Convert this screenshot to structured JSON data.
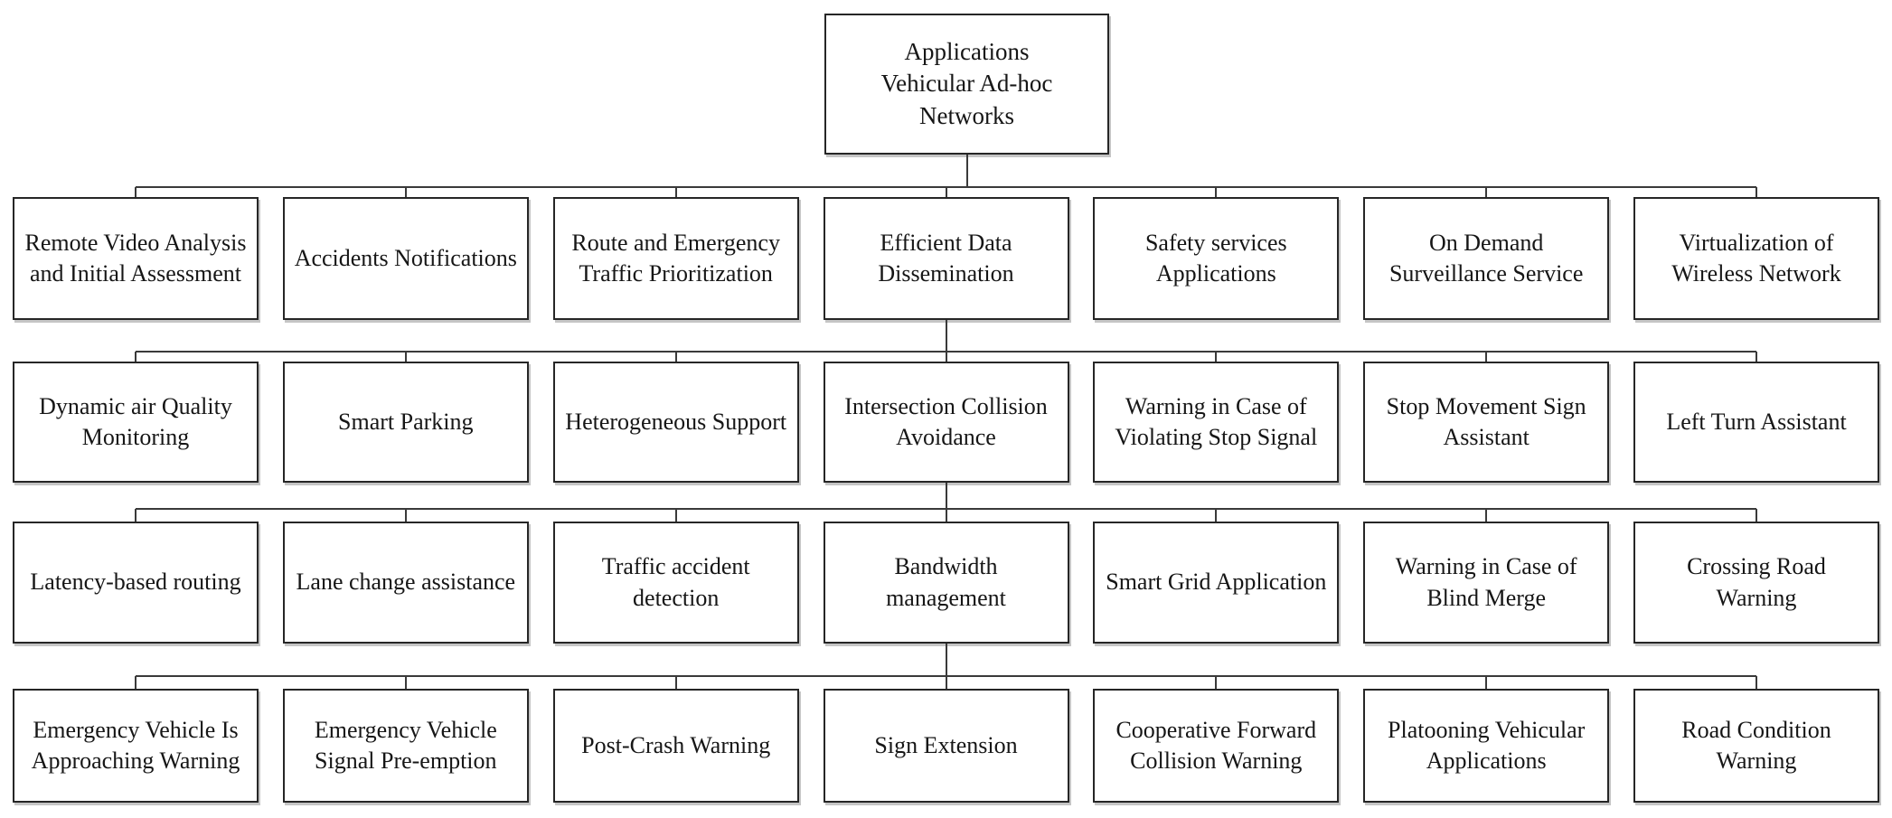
{
  "figure": {
    "title": "Applications of Vehicular Ad-hoc Networks hierarchy diagram",
    "root_label": "Applications Vehicular Ad-hoc Networks",
    "rows": [
      [
        "Remote Video Analysis and Initial Assessment",
        "Accidents Notifications",
        "Route and Emergency Traffic Prioritization",
        "Efficient Data Dissemination",
        "Safety services Applications",
        "On Demand Surveillance Service",
        "Virtualization of Wireless Network"
      ],
      [
        "Dynamic air Quality Monitoring",
        "Smart Parking",
        "Heterogeneous Support",
        "Intersection Collision Avoidance",
        "Warning in Case of Violating Stop Signal",
        "Stop Movement Sign Assistant",
        "Left Turn Assistant"
      ],
      [
        "Latency-based routing",
        "Lane change assistance",
        "Traffic accident detection",
        "Bandwidth management",
        "Smart Grid Application",
        "Warning in Case of Blind Merge",
        "Crossing Road Warning"
      ],
      [
        "Emergency Vehicle Is Approaching Warning",
        "Emergency Vehicle Signal Pre-emption",
        "Post-Crash Warning",
        "Sign Extension",
        "Cooperative Forward Collision Warning",
        "Platooning Vehicular Applications",
        "Road Condition Warning"
      ]
    ],
    "colors": {
      "box_border": "#262626",
      "connector": "#3a3a3a",
      "background": "#ffffff",
      "text": "#161616"
    }
  }
}
